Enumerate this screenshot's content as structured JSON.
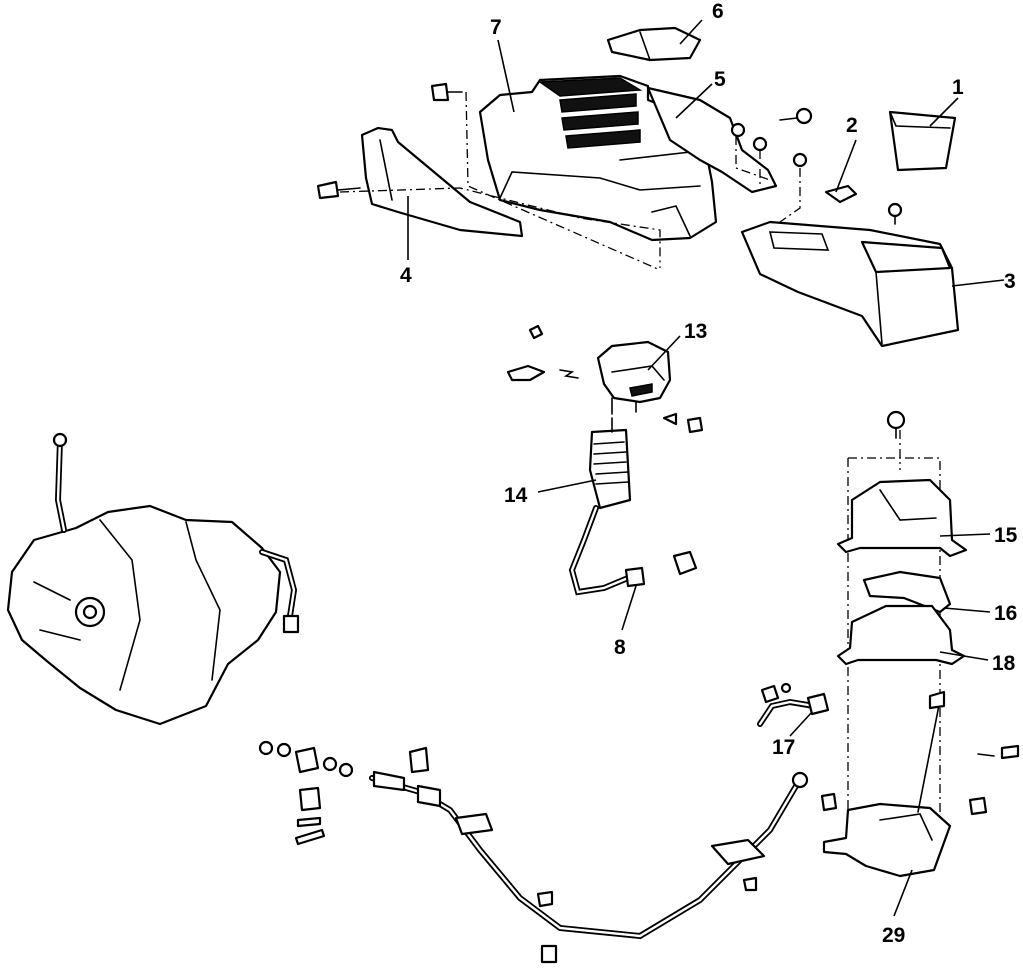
{
  "callouts": [
    {
      "id": "c1",
      "text": "1"
    },
    {
      "id": "c2",
      "text": "2"
    },
    {
      "id": "c3",
      "text": "3"
    },
    {
      "id": "c4",
      "text": "4"
    },
    {
      "id": "c5",
      "text": "5"
    },
    {
      "id": "c6",
      "text": "6"
    },
    {
      "id": "c7",
      "text": "7"
    },
    {
      "id": "c8",
      "text": "8"
    },
    {
      "id": "c13",
      "text": "13"
    },
    {
      "id": "c14",
      "text": "14"
    },
    {
      "id": "c15",
      "text": "15"
    },
    {
      "id": "c16",
      "text": "16"
    },
    {
      "id": "c17",
      "text": "17"
    },
    {
      "id": "c18",
      "text": "18"
    },
    {
      "id": "c29",
      "text": "29"
    }
  ]
}
